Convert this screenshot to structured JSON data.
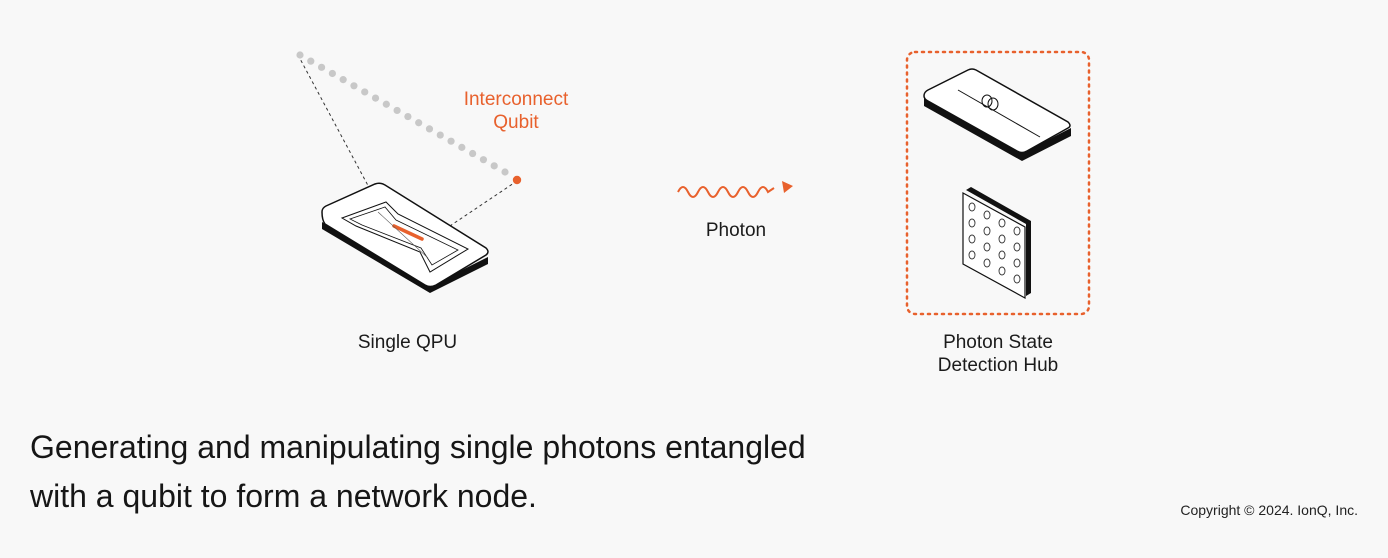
{
  "labels": {
    "interconnect_qubit": [
      "Interconnect",
      "Qubit"
    ],
    "single_qpu": "Single QPU",
    "photon": "Photon",
    "hub": [
      "Photon State",
      "Detection Hub"
    ]
  },
  "caption": [
    "Generating and manipulating single photons entangled",
    "with a qubit to form a network node."
  ],
  "copyright": "Copyright © 2024. IonQ, Inc.",
  "colors": {
    "accent": "#e8612d",
    "ink": "#161616",
    "ion_dots": "#c8c8c8",
    "background": "#f8f8f8"
  },
  "icons": {
    "qpu": "ion-trap-chip-icon",
    "photon": "wavy-arrow-icon",
    "hub_top": "fiber-coupler-plate-icon",
    "hub_bottom": "detector-array-icon"
  }
}
